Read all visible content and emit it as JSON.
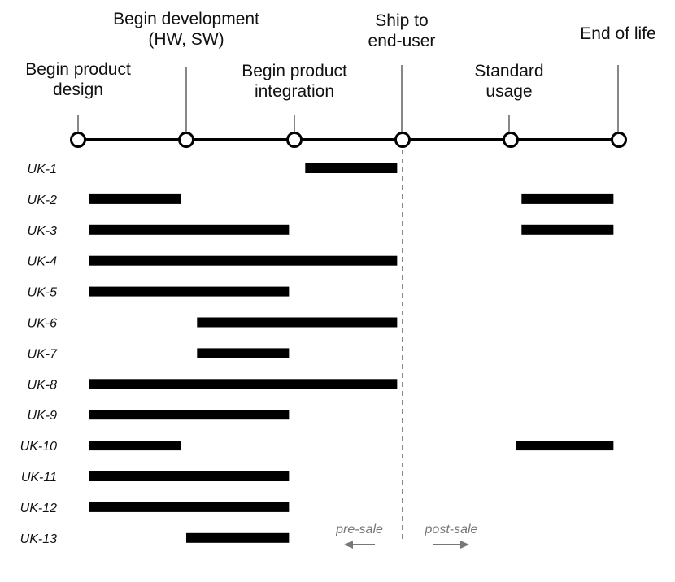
{
  "stages": [
    {
      "lines": [
        "Begin product",
        "design"
      ]
    },
    {
      "lines": [
        "Begin development",
        "(HW, SW)"
      ]
    },
    {
      "lines": [
        "Begin product",
        "integration"
      ]
    },
    {
      "lines": [
        "Ship to",
        "end-user"
      ]
    },
    {
      "lines": [
        "Standard",
        "usage"
      ]
    },
    {
      "lines": [
        "End of life"
      ]
    }
  ],
  "rows": [
    {
      "label": "UK-1",
      "segments": [
        [
          2.1,
          2.95
        ]
      ]
    },
    {
      "label": "UK-2",
      "segments": [
        [
          0.1,
          0.95
        ],
        [
          4.1,
          4.95
        ]
      ]
    },
    {
      "label": "UK-3",
      "segments": [
        [
          0.1,
          1.95
        ],
        [
          4.1,
          4.95
        ]
      ]
    },
    {
      "label": "UK-4",
      "segments": [
        [
          0.1,
          2.95
        ]
      ]
    },
    {
      "label": "UK-5",
      "segments": [
        [
          0.1,
          1.95
        ]
      ]
    },
    {
      "label": "UK-6",
      "segments": [
        [
          1.1,
          2.95
        ]
      ]
    },
    {
      "label": "UK-7",
      "segments": [
        [
          1.1,
          1.95
        ]
      ]
    },
    {
      "label": "UK-8",
      "segments": [
        [
          0.1,
          2.95
        ]
      ]
    },
    {
      "label": "UK-9",
      "segments": [
        [
          0.1,
          1.95
        ]
      ]
    },
    {
      "label": "UK-10",
      "segments": [
        [
          0.1,
          0.95
        ],
        [
          4.05,
          4.95
        ]
      ]
    },
    {
      "label": "UK-11",
      "segments": [
        [
          0.1,
          1.95
        ]
      ]
    },
    {
      "label": "UK-12",
      "segments": [
        [
          0.1,
          1.95
        ]
      ]
    },
    {
      "label": "UK-13",
      "segments": [
        [
          1.0,
          1.95
        ]
      ]
    }
  ],
  "divider": {
    "position": 3,
    "left_label": "pre-sale",
    "right_label": "post-sale"
  },
  "colors": {
    "bar": "#000000",
    "axis": "#000000",
    "divider": "#888888",
    "phase_text": "#777777"
  }
}
